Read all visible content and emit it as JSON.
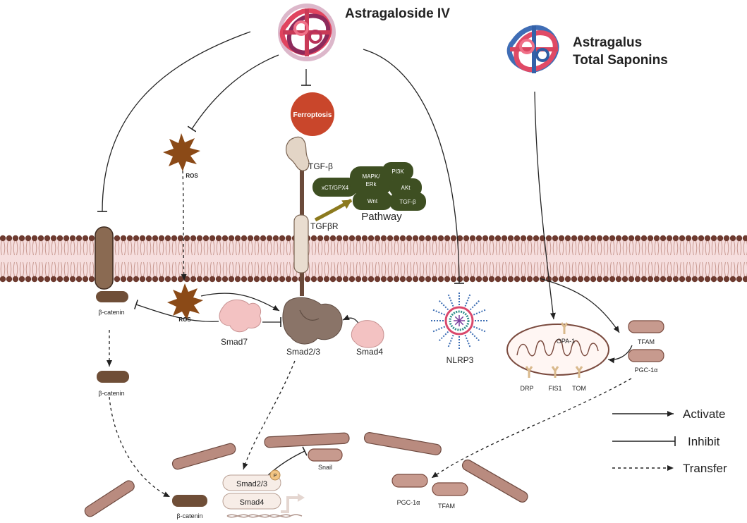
{
  "drugs": {
    "astragaloside": "Astragaloside IV",
    "saponins_line1": "Astragalus",
    "saponins_line2": "Total Saponins"
  },
  "labels": {
    "ferroptosis": "Ferroptosis",
    "ros_top": "ROS",
    "ros_bottom": "ROS",
    "tgfb": "TGF-β",
    "tgfbr": "TGFβR",
    "pathway": "Pathway",
    "beta_catenin_membrane": "β-catenin",
    "beta_catenin_cyto": "β-catenin",
    "beta_catenin_nucleus": "β-catenin",
    "smad7": "Smad7",
    "smad23": "Smad2/3",
    "smad4": "Smad4",
    "nlrp3": "NLRP3",
    "tfam_cyto": "TFAM",
    "pgc_cyto": "PGC-1α",
    "opa1": "OPA-1",
    "drp": "DRP",
    "fis1": "FIS1",
    "tom": "TOM",
    "nucleus_smad23": "Smad2/3",
    "nucleus_smad4": "Smad4",
    "phospho": "P",
    "snail": "Snail",
    "pgc_nucleus": "PGC-1α",
    "tfam_nucleus": "TFAM"
  },
  "pathway_nodes": {
    "pi3k": "PI3K",
    "mapk_line1": "MAPK/",
    "mapk_line2": "ERk",
    "xct": "xCT/GPX4",
    "akt": "AKt",
    "wnt": "Wnt",
    "tgfb": "TGF-β"
  },
  "legend": {
    "activate": "Activate",
    "inhibit": "Inhibit",
    "transfer": "Transfer"
  },
  "colors": {
    "membrane_head": "#6e3b30",
    "membrane_tail": "#c89a92",
    "membrane_fill": "#f6dede",
    "protein_brown": "#8a6a52",
    "beta_catenin": "#6f4e37",
    "smad_pink": "#f3c2c2",
    "pathway_green": "#3e4f22",
    "ferroptosis_red": "#c9462b",
    "ros_brown": "#8b4a17",
    "nucleus_env": "#b98b7f",
    "mito_stroke": "#7a4a3e"
  },
  "icons": {
    "drug_astragaloside": "protein-tangle-icon",
    "drug_saponins": "protein-tangle-icon",
    "ros": "ros-starburst-icon",
    "nlrp3": "inflammasome-icon",
    "mitochondrion": "mitochondrion-icon",
    "dna": "dna-helix-icon",
    "transcription": "transcription-arrow-icon"
  }
}
